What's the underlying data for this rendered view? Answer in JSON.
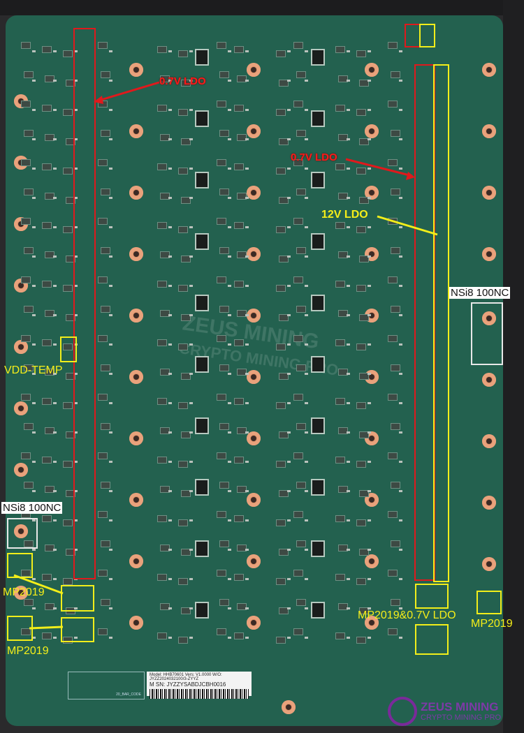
{
  "annotations": {
    "ldo_07_left": "0.7V LDO",
    "ldo_07_right": "0.7V LDO",
    "ldo_12": "12V LDO",
    "vdd_temp": "VDD-TEMP",
    "nsi8_right": "NSi8 100NC",
    "nsi8_left": "NSi8 100NC",
    "mp2019_left_1": "MP2019",
    "mp2019_left_2": "MP2019",
    "mp2019_ldo": "MP2019&0.7V LDO",
    "mp2019_right": "MP2019"
  },
  "sticker": {
    "model_line": "Model: HHB70601 Vers: V1.0000 W/O: JYZZ2024032100/3-ZYYZ",
    "sn_line": "M SN: JYZZYSABDJCBH0016"
  },
  "barcode_box_label": "20_BAR_CODE",
  "watermark": {
    "brand": "ZEUS MINING",
    "tagline": "CRYPTO MINING PRO"
  },
  "logo": {
    "brand": "ZEUS MINING",
    "tagline": "CRYPTO MINING PRO"
  },
  "colors": {
    "board": "#23614f",
    "annotation_red": "#e0191c",
    "annotation_yellow": "#f2ee1a",
    "copper_hole": "#d98f67"
  }
}
